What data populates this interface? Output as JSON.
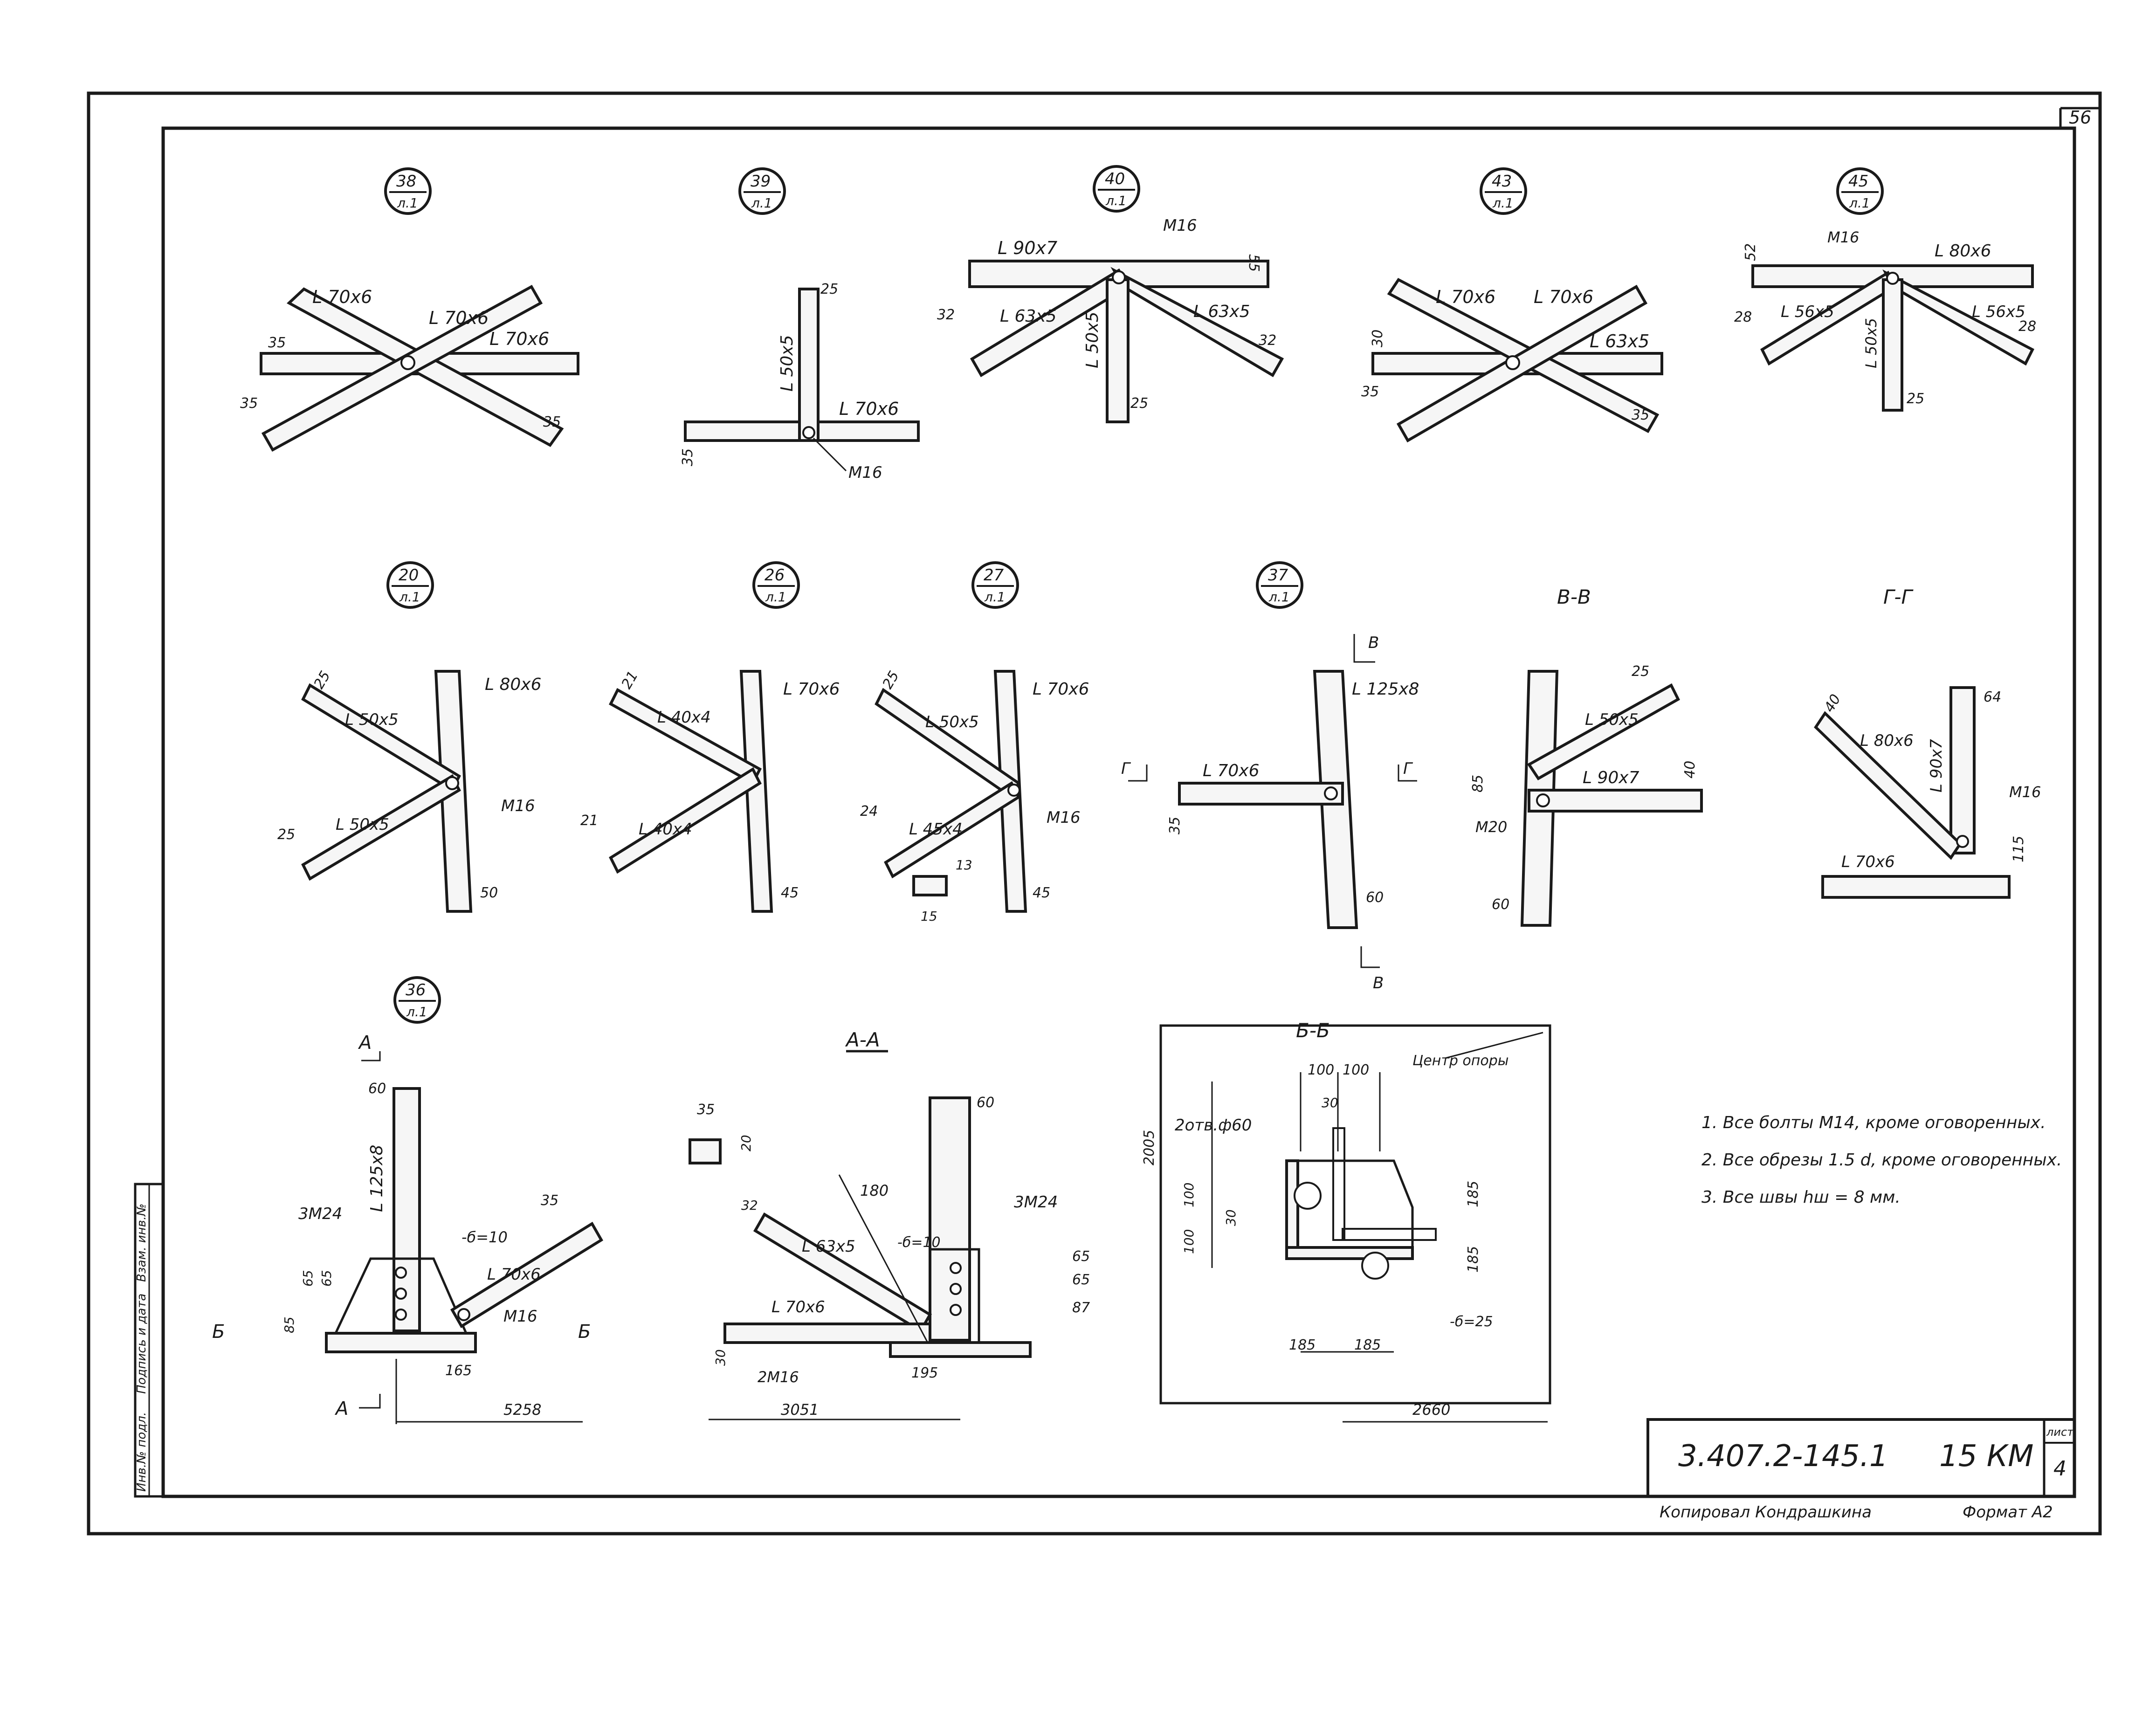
{
  "sheet": {
    "page_number": "56",
    "sheet_label": "лист",
    "sheet_number": "4",
    "code": "3.407.2-145.1",
    "mark": "15 КМ",
    "copied_by": "Копировал  Кондрашкина",
    "format": "Формат  А2",
    "side_stamp": [
      "Инв.№ подл.",
      "Подпись и дата",
      "Взам. инв.№"
    ]
  },
  "notes": [
    "1. Все болты М14, кроме оговоренных.",
    "2. Все обрезы 1.5 d,  кроме оговоренных.",
    "3. Все швы  hш = 8 мм."
  ],
  "nodes": {
    "n38": {
      "num": "38",
      "ref": "л.1",
      "labels": [
        "L 70x6",
        "L 70x6",
        "L 70x6",
        "35",
        "35",
        "35"
      ]
    },
    "n39": {
      "num": "39",
      "ref": "л.1",
      "labels": [
        "25",
        "L 50x5",
        "L 70x6",
        "35",
        "М16"
      ]
    },
    "n40": {
      "num": "40",
      "ref": "л.1",
      "labels": [
        "L 90x7",
        "М16",
        "55",
        "32",
        "L 63x5",
        "L 63x5",
        "32",
        "L 50x5",
        "25"
      ]
    },
    "n43": {
      "num": "43",
      "ref": "л.1",
      "labels": [
        "L 70x6",
        "L 70x6",
        "30",
        "L 63x5",
        "35",
        "35"
      ]
    },
    "n45": {
      "num": "45",
      "ref": "л.1",
      "labels": [
        "52",
        "М16",
        "L 80x6",
        "28",
        "L 56x5",
        "L 56x5",
        "28",
        "L 50x5",
        "25"
      ]
    },
    "n20": {
      "num": "20",
      "ref": "л.1",
      "labels": [
        "25",
        "L 50x5",
        "L 80x6",
        "25",
        "L 50x5",
        "М16",
        "50"
      ]
    },
    "n26": {
      "num": "26",
      "ref": "л.1",
      "labels": [
        "21",
        "L 40x4",
        "L 70x6",
        "21",
        "L 40x4",
        "45"
      ]
    },
    "n27": {
      "num": "27",
      "ref": "л.1",
      "labels": [
        "25",
        "L 50x5",
        "L 70x6",
        "24",
        "L 45x4",
        "М16",
        "45",
        "15",
        "13"
      ]
    },
    "n37": {
      "num": "37",
      "ref": "л.1",
      "labels": [
        "В",
        "L 125x8",
        "Г",
        "L 70x6",
        "Г",
        "35",
        "60",
        "В"
      ]
    },
    "n36": {
      "num": "36",
      "ref": "л.1",
      "labels": [
        "А",
        "60",
        "L 125x8",
        "3М24",
        "-б=10",
        "35",
        "L 70x6",
        "М16",
        "65",
        "65",
        "85",
        "Б",
        "Б",
        "165",
        "А",
        "5258"
      ]
    }
  },
  "sections": {
    "vv": {
      "title": "В-В",
      "labels": [
        "25",
        "L 50x5",
        "L 90x7",
        "40",
        "85",
        "М20",
        "60"
      ]
    },
    "gg": {
      "title": "Г-Г",
      "labels": [
        "64",
        "40",
        "L 80x6",
        "L 90x7",
        "М16",
        "L 70x6",
        "115"
      ]
    },
    "aa": {
      "title": "А-А",
      "labels": [
        "35",
        "20",
        "60",
        "180",
        "32",
        "L 63x5",
        "-б=10",
        "3М24",
        "65",
        "65",
        "87",
        "L 70x6",
        "30",
        "2М16",
        "195",
        "3051"
      ]
    },
    "bb": {
      "title": "Б-Б",
      "labels": [
        "Центр опоры",
        "100",
        "100",
        "2005",
        "30",
        "2отв.ф60",
        "100",
        "100",
        "30",
        "185",
        "185",
        "-б=25",
        "185",
        "185",
        "2660"
      ]
    }
  }
}
